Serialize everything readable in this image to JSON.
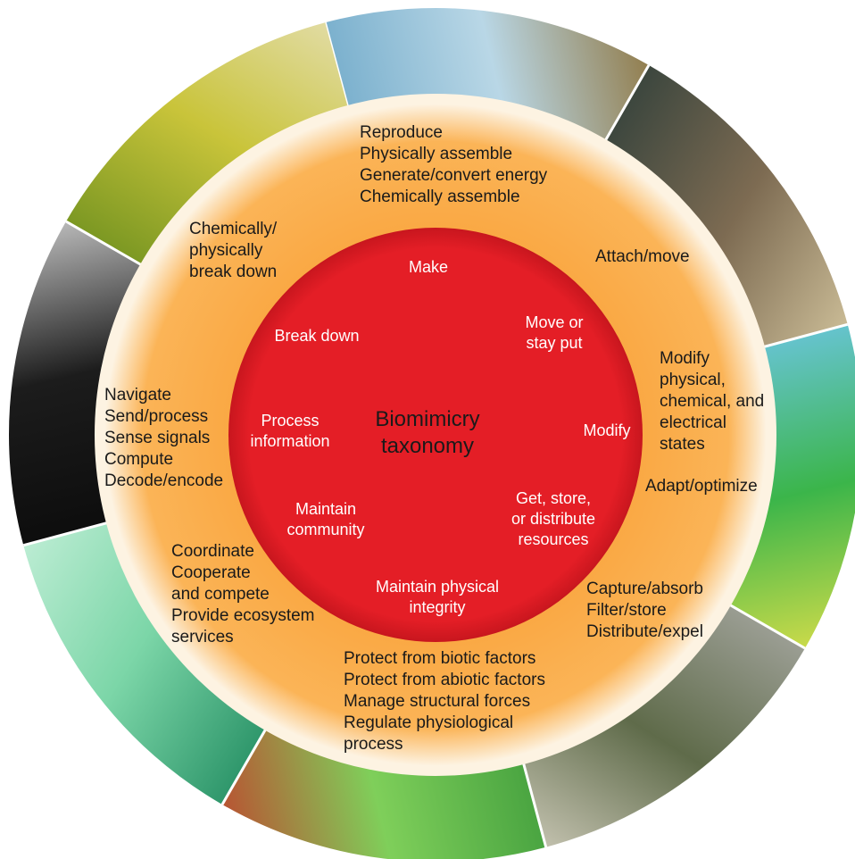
{
  "colors": {
    "ring_orange": "#F9A640",
    "ring_glow": "#FDF3E2",
    "core_red": "#E41E26",
    "label_dark": "#1a1a1a",
    "label_light": "#ffffff"
  },
  "center": {
    "title_lines": [
      "Biomimicry",
      "taxonomy"
    ]
  },
  "inner_functions": [
    {
      "id": "make",
      "lines": [
        "Make"
      ]
    },
    {
      "id": "move",
      "lines": [
        "Move or",
        "stay put"
      ]
    },
    {
      "id": "modify",
      "lines": [
        "Modify"
      ]
    },
    {
      "id": "resources",
      "lines": [
        "Get, store,",
        "or distribute",
        "resources"
      ]
    },
    {
      "id": "integrity",
      "lines": [
        "Maintain physical",
        "integrity"
      ]
    },
    {
      "id": "community",
      "lines": [
        "Maintain",
        "community"
      ]
    },
    {
      "id": "process",
      "lines": [
        "Process",
        "information"
      ]
    },
    {
      "id": "breakdown",
      "lines": [
        "Break down"
      ]
    }
  ],
  "outer_subfunctions": {
    "make": [
      "Reproduce",
      "Physically assemble",
      "Generate/convert energy",
      "Chemically assemble"
    ],
    "move": [
      "Attach/move"
    ],
    "modify": [
      "Modify",
      "physical,",
      "chemical, and",
      "electrical",
      "states",
      "Adapt/optimize"
    ],
    "resources": [
      "Capture/absorb",
      "Filter/store",
      "Distribute/expel"
    ],
    "integrity": [
      "Protect from biotic factors",
      "Protect from abiotic factors",
      "Manage structural forces",
      "Regulate physiological",
      "process"
    ],
    "community": [
      "Coordinate",
      "Cooperate",
      "and compete",
      "Provide ecosystem",
      "services"
    ],
    "process": [
      "Navigate",
      "Send/process",
      "Sense signals",
      "Compute",
      "Decode/encode"
    ],
    "breakdown": [
      "Chemically/",
      "physically",
      "break down"
    ]
  },
  "photo_segments": [
    {
      "subject": "kelp-underwater",
      "colors": [
        "#6fa9c9",
        "#b9d7e6",
        "#8a6b2e"
      ]
    },
    {
      "subject": "mussels",
      "colors": [
        "#2f3f3a",
        "#7d6b52",
        "#d9cba3"
      ]
    },
    {
      "subject": "building-simulation",
      "colors": [
        "#6ec6e8",
        "#3bb54a",
        "#e8e24a"
      ]
    },
    {
      "subject": "architecture-lattice",
      "colors": [
        "#a7a8a2",
        "#5f6b4a",
        "#d6d2c2"
      ]
    },
    {
      "subject": "gecko",
      "colors": [
        "#3f9c3c",
        "#7fcf5a",
        "#c43a2a"
      ]
    },
    {
      "subject": "nautilus-shell",
      "colors": [
        "#1f8a5f",
        "#7cd6a8",
        "#c9f1dc"
      ]
    },
    {
      "subject": "bat-echolocation",
      "colors": [
        "#0a0a0a",
        "#1c1c1c",
        "#d9d9d9"
      ]
    },
    {
      "subject": "pollen-grains",
      "colors": [
        "#6c8f1e",
        "#c9c43a",
        "#e6e0b8"
      ]
    }
  ]
}
